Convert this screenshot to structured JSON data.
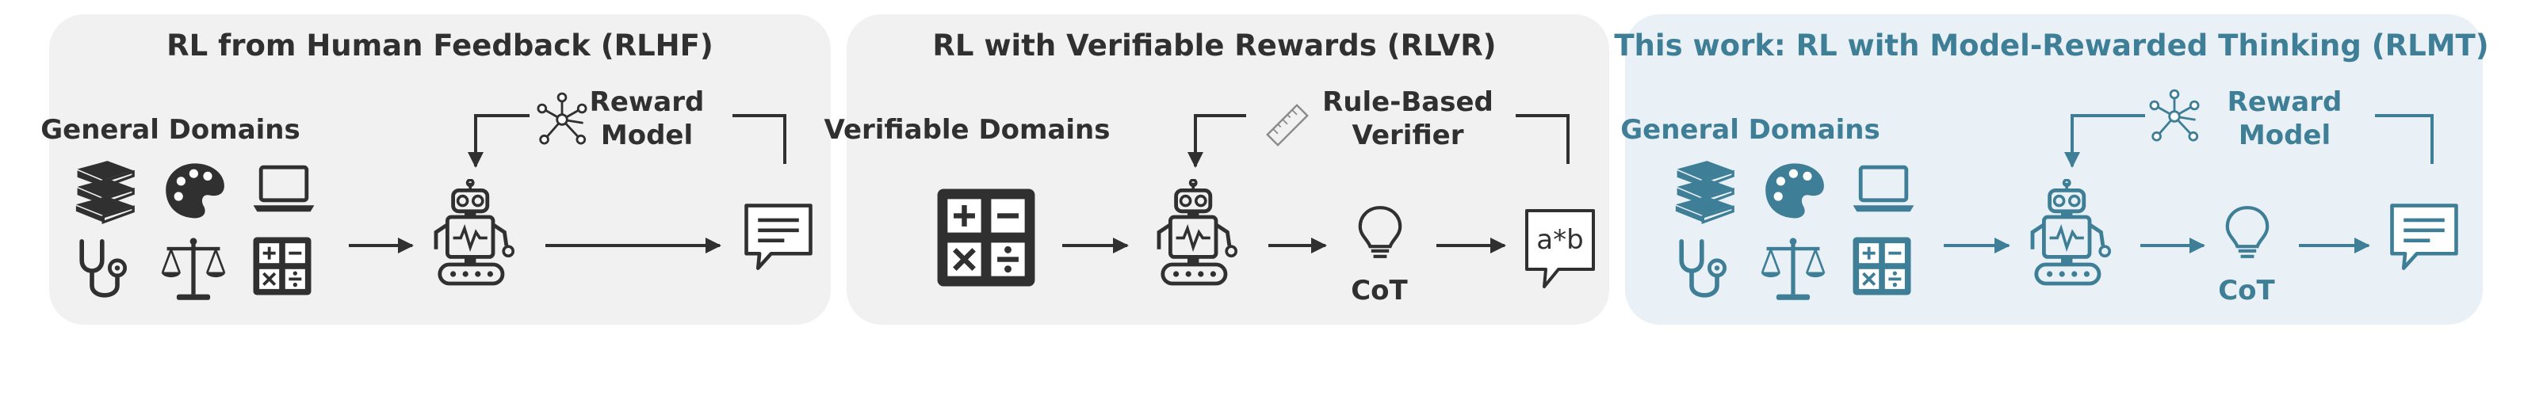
{
  "colors": {
    "panel_gray": "#f1f1f1",
    "panel_blue": "#e9f1f6",
    "dark": "#303030",
    "teal": "#3e7e96",
    "mid_gray": "#8a8a8a"
  },
  "panels": [
    {
      "title": "RL from Human Feedback (RLHF)",
      "domains_label": "General Domains",
      "reward_label_line1": "Reward",
      "reward_label_line2": "Model",
      "icons": [
        "books-icon",
        "palette-icon",
        "laptop-icon",
        "stethoscope-icon",
        "scales-icon",
        "calculator-icon",
        "robot-icon",
        "network-icon",
        "chat-icon"
      ]
    },
    {
      "title": "RL with Verifiable Rewards (RLVR)",
      "domains_label": "Verifiable Domains",
      "verifier_label_line1": "Rule-Based",
      "verifier_label_line2": "Verifier",
      "cot_label": "CoT",
      "output_label": "a*b",
      "icons": [
        "calculator-icon",
        "robot-icon",
        "ruler-icon",
        "lightbulb-icon",
        "speech-bubble-icon"
      ]
    },
    {
      "title": "This work:  RL with Model-Rewarded Thinking (RLMT)",
      "domains_label": "General Domains",
      "reward_label_line1": "Reward",
      "reward_label_line2": "Model",
      "cot_label": "CoT",
      "icons": [
        "books-icon",
        "palette-icon",
        "laptop-icon",
        "stethoscope-icon",
        "scales-icon",
        "calculator-icon",
        "robot-icon",
        "network-icon",
        "lightbulb-icon",
        "chat-icon"
      ]
    }
  ]
}
